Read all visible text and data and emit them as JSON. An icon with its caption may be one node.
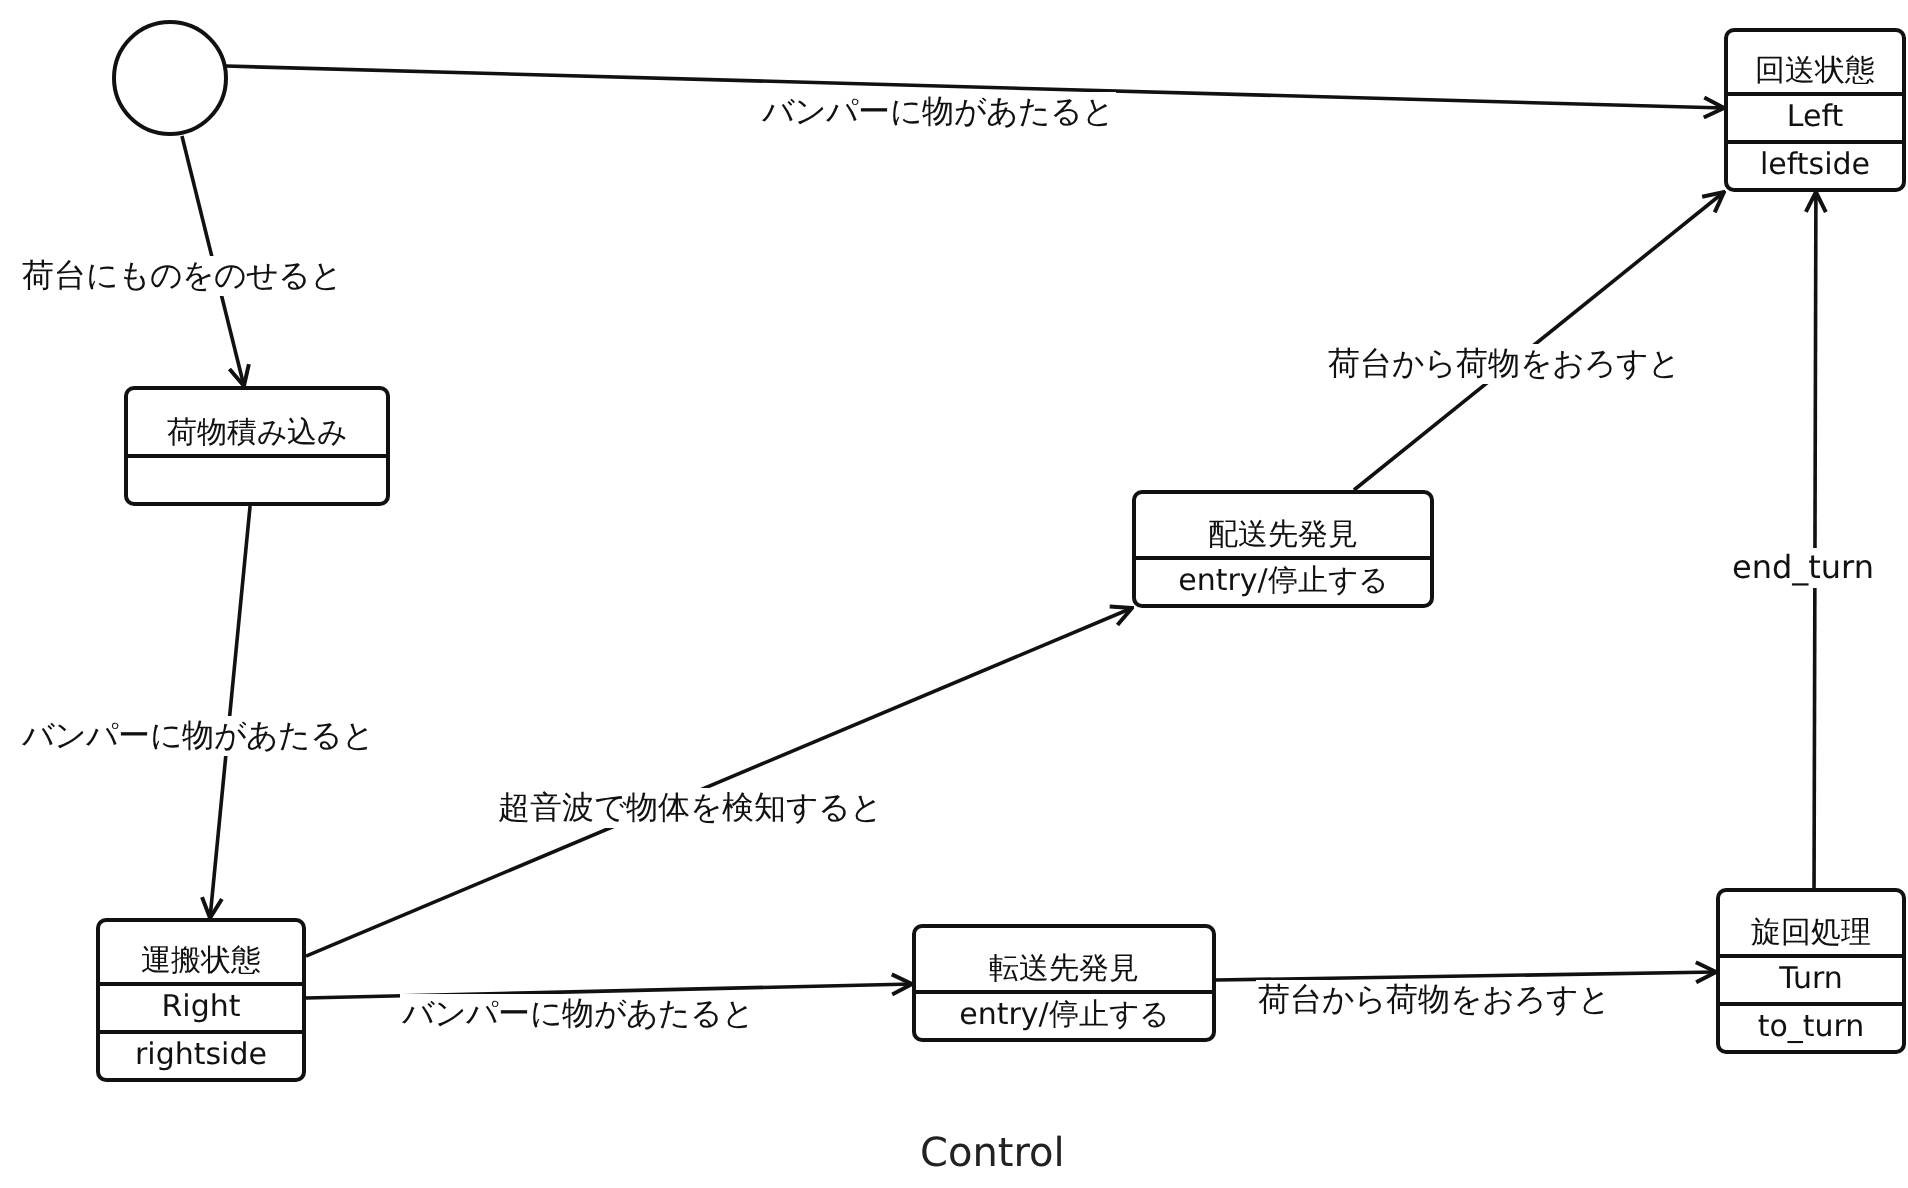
{
  "diagram": {
    "caption": "Control",
    "nodes": [
      {
        "text": [],
        "shape": "circle"
      },
      {
        "text": [
          "荷物積み込み"
        ]
      },
      {
        "text": [
          "運搬状態",
          "Right",
          "rightside"
        ]
      },
      {
        "text": [
          "配送先発見",
          "entry/停止する"
        ]
      },
      {
        "text": [
          "転送先発見",
          "entry/停止する"
        ]
      },
      {
        "text": [
          "旋回処理",
          "Turn",
          "to_turn"
        ]
      },
      {
        "text": [
          "回送状態",
          "Left",
          "leftside"
        ]
      }
    ],
    "edges": [
      {
        "from": 0,
        "to": 6,
        "arrow": "to",
        "label": "バンパーに物があたると"
      },
      {
        "from": 0,
        "to": 1,
        "arrow": "to",
        "label": "荷台にものをのせると"
      },
      {
        "from": 1,
        "to": 2,
        "arrow": "to",
        "label": "バンパーに物があたると"
      },
      {
        "from": 2,
        "to": 3,
        "arrow": "to",
        "label": "超音波で物体を検知すると"
      },
      {
        "from": 2,
        "to": 4,
        "arrow": "to",
        "label": "バンパーに物があたると"
      },
      {
        "from": 4,
        "to": 5,
        "arrow": "to",
        "label": "荷台から荷物をおろすと"
      },
      {
        "from": 3,
        "to": 6,
        "arrow": "to",
        "label": "荷台から荷物をおろすと"
      },
      {
        "from": 5,
        "to": 6,
        "arrow": "to",
        "label": "end_turn"
      }
    ]
  }
}
